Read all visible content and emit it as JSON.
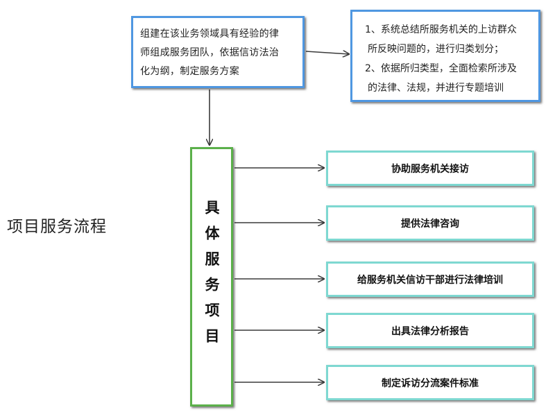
{
  "side_label": "项目服务流程",
  "start_box": {
    "lines": [
      "组建在该业务领域具有经验的律",
      "师组成服务团队，依据信访法治",
      "化为纲，制定服务方案"
    ]
  },
  "analysis_box": {
    "lines": [
      "1、系统总结所服务机关的上访群众",
      "所反映问题的，进行归类划分；",
      "2、依据所归类型，全面检索所涉及",
      "的法律、法规，并进行专题培训"
    ]
  },
  "center_box": {
    "label": "具体服务项目"
  },
  "items": [
    {
      "label": "协助服务机关接访"
    },
    {
      "label": "提供法律咨询"
    },
    {
      "label": "给服务机关信访干部进行法律培训"
    },
    {
      "label": "出具法律分析报告"
    },
    {
      "label": "制定诉访分流案件标准"
    }
  ],
  "colors": {
    "blue_border": "#4f97e1",
    "green_border": "#5bb04a",
    "teal_border": "#7ed8d1",
    "line": "#3a3a3a"
  }
}
